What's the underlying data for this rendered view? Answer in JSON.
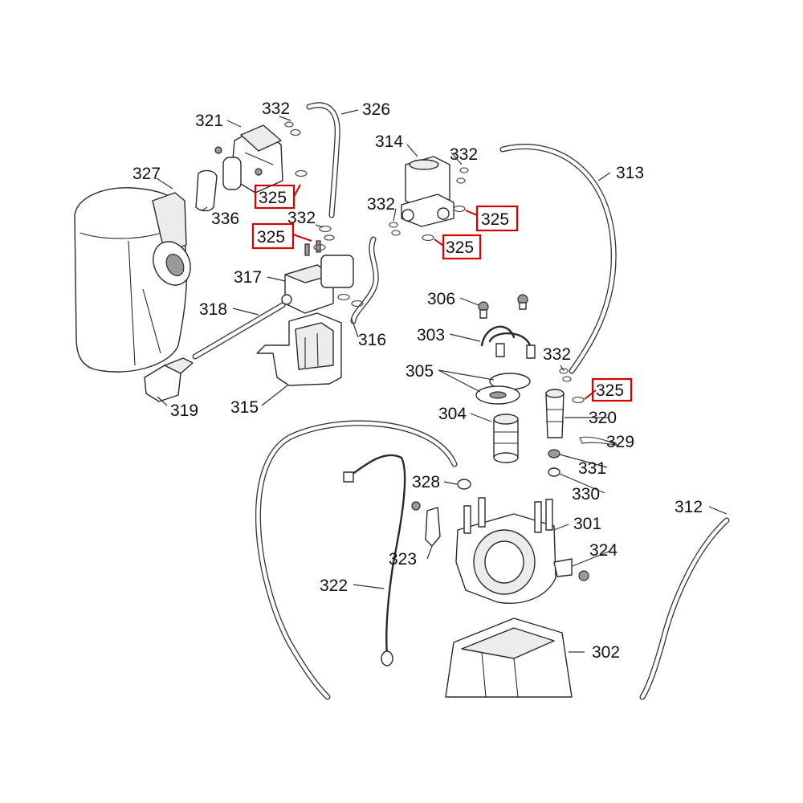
{
  "highlight_color": "#d40000",
  "line_color": "#2a2a2a",
  "labels": {
    "l301": "301",
    "l302": "302",
    "l303": "303",
    "l304": "304",
    "l305": "305",
    "l306": "306",
    "l312": "312",
    "l313": "313",
    "l314": "314",
    "l315": "315",
    "l316": "316",
    "l317": "317",
    "l318": "318",
    "l319": "319",
    "l320": "320",
    "l321": "321",
    "l322": "322",
    "l323": "323",
    "l324": "324",
    "l326": "326",
    "l327": "327",
    "l328": "328",
    "l329": "329",
    "l330": "330",
    "l331": "331",
    "l332a": "332",
    "l332b": "332",
    "l332c": "332",
    "l332d": "332",
    "l332e": "332",
    "l336": "336"
  },
  "highlighted": {
    "h325a": "325",
    "h325b": "325",
    "h325c": "325",
    "h325d": "325",
    "h325e": "325"
  },
  "icons": [
    "water-tank-icon",
    "solenoid-valve-icon",
    "boiler-icon",
    "hose-icon",
    "clip-icon",
    "screw-icon",
    "sensor-cable-icon"
  ]
}
